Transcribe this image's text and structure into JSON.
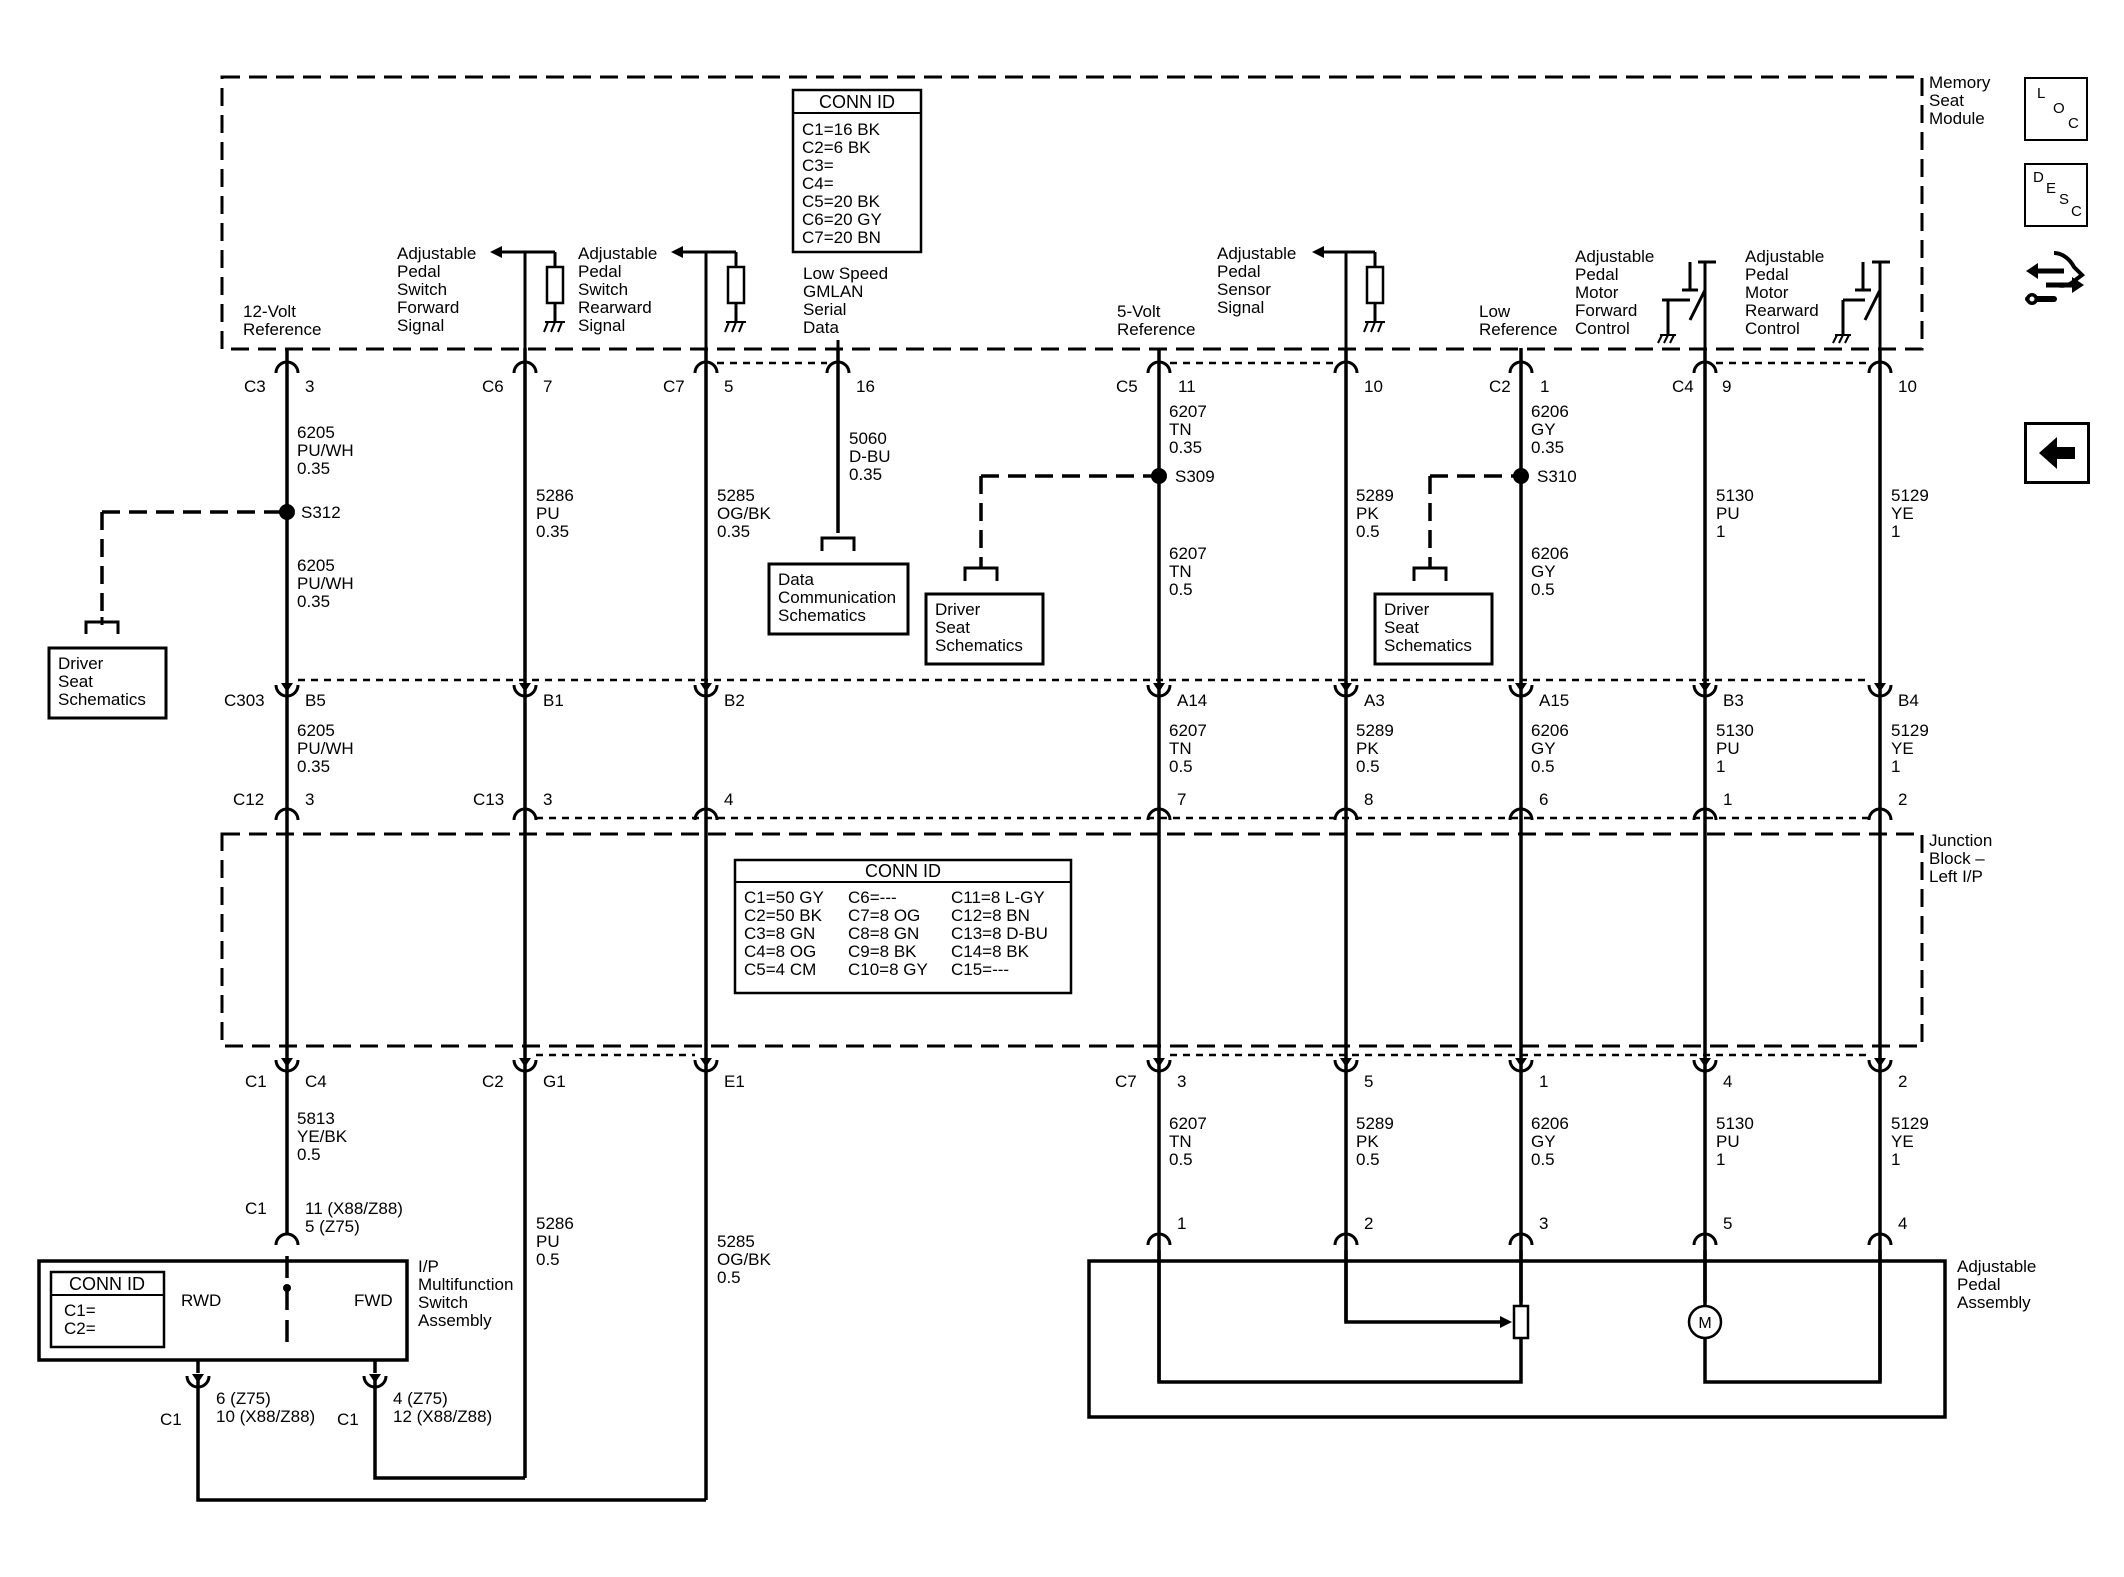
{
  "sidebar": {
    "loc": {
      "l": "L",
      "o": "O",
      "c": "C"
    },
    "desc": {
      "d": "D",
      "e": "E",
      "s": "S",
      "c": "C"
    }
  },
  "memory_module": {
    "label": [
      "Memory",
      "Seat",
      "Module"
    ],
    "conn_title": "CONN ID",
    "conn_items": [
      "C1=16 BK",
      "C2=6 BK",
      "C3=",
      "C4=",
      "C5=20 BK",
      "C6=20 GY",
      "C7=20 BN"
    ]
  },
  "module_signals": {
    "ref12": [
      "12-Volt",
      "Reference"
    ],
    "sw_fwd": [
      "Adjustable",
      "Pedal",
      "Switch",
      "Forward",
      "Signal"
    ],
    "sw_rwd": [
      "Adjustable",
      "Pedal",
      "Switch",
      "Rearward",
      "Signal"
    ],
    "gmlan": [
      "Low Speed",
      "GMLAN",
      "Serial",
      "Data"
    ],
    "ref5": [
      "5-Volt",
      "Reference"
    ],
    "sensor": [
      "Adjustable",
      "Pedal",
      "Sensor",
      "Signal"
    ],
    "lowref": [
      "Low",
      "Reference"
    ],
    "motor_fwd": [
      "Adjustable",
      "Pedal",
      "Motor",
      "Forward",
      "Control"
    ],
    "motor_rwd": [
      "Adjustable",
      "Pedal",
      "Motor",
      "Rearward",
      "Control"
    ]
  },
  "pins_top": [
    {
      "conn": "C3",
      "pin": "3"
    },
    {
      "conn": "C6",
      "pin": "7"
    },
    {
      "conn": "C7",
      "pin": "5"
    },
    {
      "conn": "",
      "pin": "16"
    },
    {
      "conn": "C5",
      "pin": "11"
    },
    {
      "conn": "",
      "pin": "10"
    },
    {
      "conn": "C2",
      "pin": "1"
    },
    {
      "conn": "C4",
      "pin": "9"
    },
    {
      "conn": "",
      "pin": "10"
    }
  ],
  "wires_top": {
    "w6205a": [
      "6205",
      "PU/WH",
      "0.35"
    ],
    "w6205b": [
      "6205",
      "PU/WH",
      "0.35"
    ],
    "w5286": [
      "5286",
      "PU",
      "0.35"
    ],
    "w5285": [
      "5285",
      "OG/BK",
      "0.35"
    ],
    "w5060": [
      "5060",
      "D-BU",
      "0.35"
    ],
    "w6207a": [
      "6207",
      "TN",
      "0.35"
    ],
    "w6207b": [
      "6207",
      "TN",
      "0.5"
    ],
    "w5289": [
      "5289",
      "PK",
      "0.5"
    ],
    "w6206a": [
      "6206",
      "GY",
      "0.35"
    ],
    "w6206b": [
      "6206",
      "GY",
      "0.5"
    ],
    "w5130": [
      "5130",
      "PU",
      "1"
    ],
    "w5129": [
      "5129",
      "YE",
      "1"
    ]
  },
  "splices": {
    "s312": "S312",
    "s309": "S309",
    "s310": "S310"
  },
  "refs": {
    "driver_seat": [
      "Driver",
      "Seat",
      "Schematics"
    ],
    "data_comm": [
      "Data",
      "Communication",
      "Schematics"
    ]
  },
  "c303": {
    "conn": "C303",
    "pins": [
      "B5",
      "B1",
      "B2",
      "A14",
      "A3",
      "A15",
      "B3",
      "B4"
    ],
    "wires": [
      [
        "6205",
        "PU/WH",
        "0.35"
      ],
      [
        "6207",
        "TN",
        "0.5"
      ],
      [
        "5289",
        "PK",
        "0.5"
      ],
      [
        "6206",
        "GY",
        "0.5"
      ],
      [
        "5130",
        "PU",
        "1"
      ],
      [
        "5129",
        "YE",
        "1"
      ]
    ]
  },
  "jb_top": {
    "conns": [
      "C12",
      "C13"
    ],
    "pins": [
      "3",
      "3",
      "4",
      "7",
      "8",
      "6",
      "1",
      "2"
    ]
  },
  "junction_block": {
    "label": [
      "Junction",
      "Block –",
      "Left I/P"
    ],
    "conn_title": "CONN ID",
    "col1": [
      "C1=50 GY",
      "C2=50 BK",
      "C3=8 GN",
      "C4=8 OG",
      "C5=4 CM"
    ],
    "col2": [
      "C6=---",
      "C7=8 OG",
      "C8=8 GN",
      "C9=8 BK",
      "C10=8 GY"
    ],
    "col3": [
      "C11=8 L-GY",
      "C12=8 BN",
      "C13=8 D-BU",
      "C14=8 BK",
      "C15=---"
    ]
  },
  "jb_bottom": {
    "conns": [
      "C1",
      "C2",
      "C7"
    ],
    "pins": [
      "C4",
      "G1",
      "E1",
      "3",
      "5",
      "1",
      "4",
      "2"
    ],
    "wires": [
      [
        "5813",
        "YE/BK",
        "0.5"
      ],
      [
        "6207",
        "TN",
        "0.5"
      ],
      [
        "5289",
        "PK",
        "0.5"
      ],
      [
        "6206",
        "GY",
        "0.5"
      ],
      [
        "5130",
        "PU",
        "1"
      ],
      [
        "5129",
        "YE",
        "1"
      ]
    ],
    "w5286": [
      "5286",
      "PU",
      "0.5"
    ],
    "w5285": [
      "5285",
      "OG/BK",
      "0.5"
    ]
  },
  "switch": {
    "c1": "C1",
    "pin_top": [
      "11 (X88/Z88)",
      "5 (Z75)"
    ],
    "label": [
      "I/P",
      "Multifunction",
      "Switch",
      "Assembly"
    ],
    "conn_title": "CONN ID",
    "conn_items": [
      "C1=",
      "C2="
    ],
    "rwd": "RWD",
    "fwd": "FWD",
    "pin_rwd": [
      "6 (Z75)",
      "10 (X88/Z88)"
    ],
    "pin_fwd": [
      "4 (Z75)",
      "12 (X88/Z88)"
    ],
    "c1_left": "C1",
    "c1_mid": "C1"
  },
  "pedal": {
    "label": [
      "Adjustable",
      "Pedal",
      "Assembly"
    ],
    "pins": [
      "1",
      "2",
      "3",
      "5",
      "4"
    ],
    "motor": "M"
  }
}
